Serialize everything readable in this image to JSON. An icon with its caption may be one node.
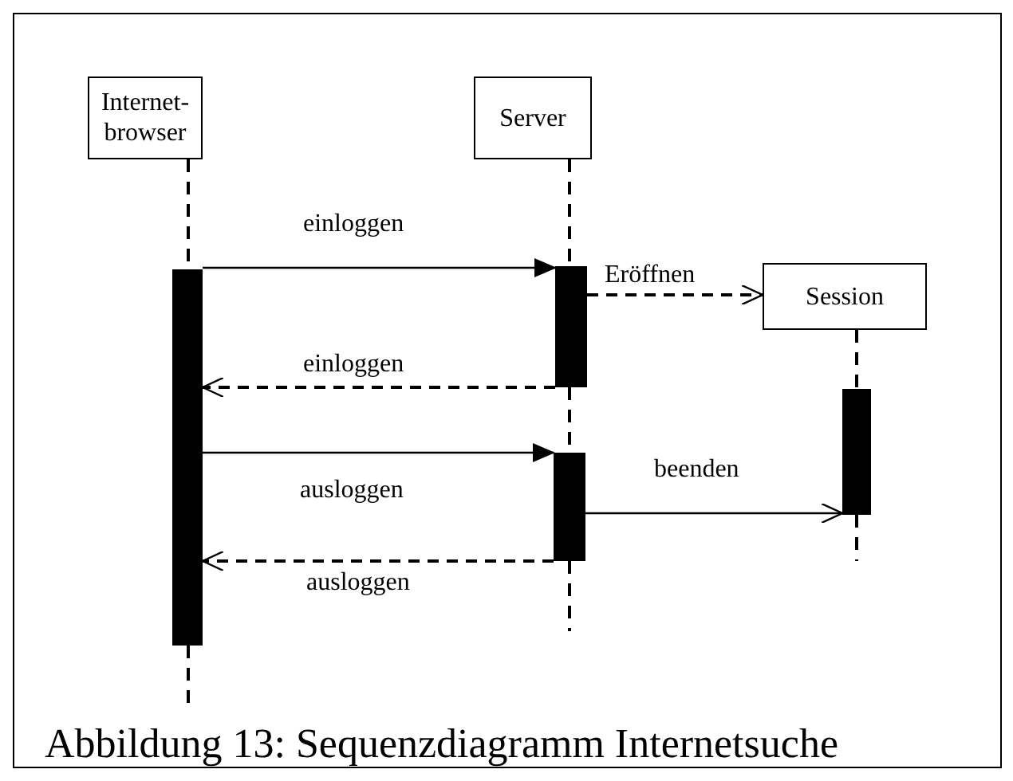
{
  "diagram": {
    "caption": "Abbildung 13: Sequenzdiagramm Internetsuche",
    "nodes": [
      {
        "text": [
          "Internet- browser"
        ]
      },
      {
        "text": [
          "Server"
        ]
      },
      {
        "text": [
          "Session"
        ]
      },
      {
        "text": [],
        "shape": "bar"
      },
      {
        "text": [],
        "shape": "bar"
      },
      {
        "text": [],
        "shape": "bar"
      },
      {
        "text": [],
        "shape": "bar"
      }
    ],
    "edges": [
      {
        "from": 0,
        "to": 3,
        "arrow": "none",
        "style": "dashed"
      },
      {
        "from": 1,
        "to": 4,
        "arrow": "none",
        "style": "dashed"
      },
      {
        "from": 4,
        "to": 5,
        "arrow": "none",
        "style": "dashed"
      },
      {
        "from": 2,
        "to": 6,
        "arrow": "none",
        "style": "dashed"
      },
      {
        "from": 3,
        "to": 4,
        "arrow": "to",
        "label": "einloggen"
      },
      {
        "from": 4,
        "to": 2,
        "arrow": "to",
        "label": "Eröffnen",
        "style": "dashed"
      },
      {
        "from": 4,
        "to": 3,
        "arrow": "to",
        "label": "einloggen",
        "style": "dashed"
      },
      {
        "from": 3,
        "to": 5,
        "arrow": "to",
        "label": "ausloggen"
      },
      {
        "from": 5,
        "to": 6,
        "arrow": "to",
        "label": "beenden"
      },
      {
        "from": 5,
        "to": 3,
        "arrow": "to",
        "label": "ausloggen",
        "style": "dashed"
      }
    ]
  }
}
